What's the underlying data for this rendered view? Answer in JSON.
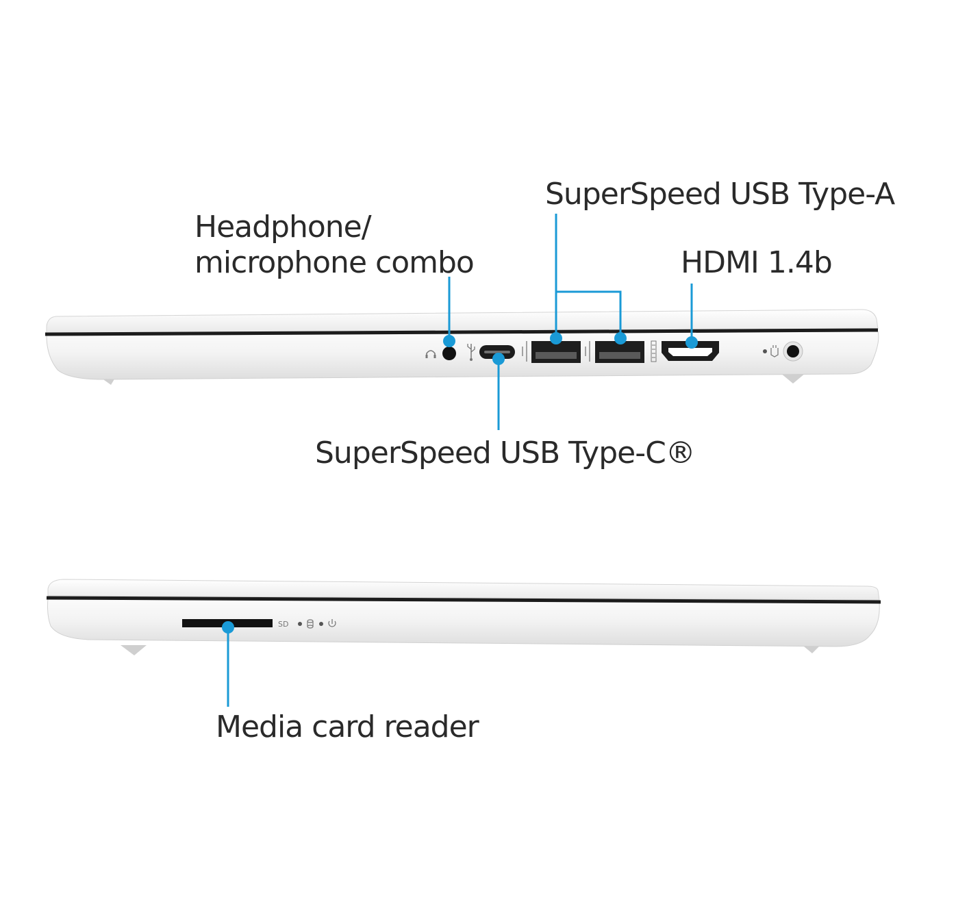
{
  "callouts": {
    "headphone_line1": "Headphone/",
    "headphone_line2": "microphone combo",
    "usb_a": "SuperSpeed USB Type-A",
    "hdmi": "HDMI 1.4b",
    "usb_c": "SuperSpeed USB Type-C®",
    "media_card": "Media card reader"
  },
  "port_markings": {
    "sd": "SD"
  },
  "icons": {
    "headphone": "headphone-icon",
    "usb": "usb-icon",
    "superspeed_usb": "superspeed-usb-icon",
    "hdmi": "hdmi-icon",
    "power": "power-plug-icon",
    "drive_activity": "drive-activity-icon",
    "power_led": "power-led-icon"
  },
  "colors": {
    "accent": "#1a9ad6",
    "chassis": "#f2f2f2",
    "seam": "#1c1c1c",
    "text": "#2a2a2a"
  }
}
